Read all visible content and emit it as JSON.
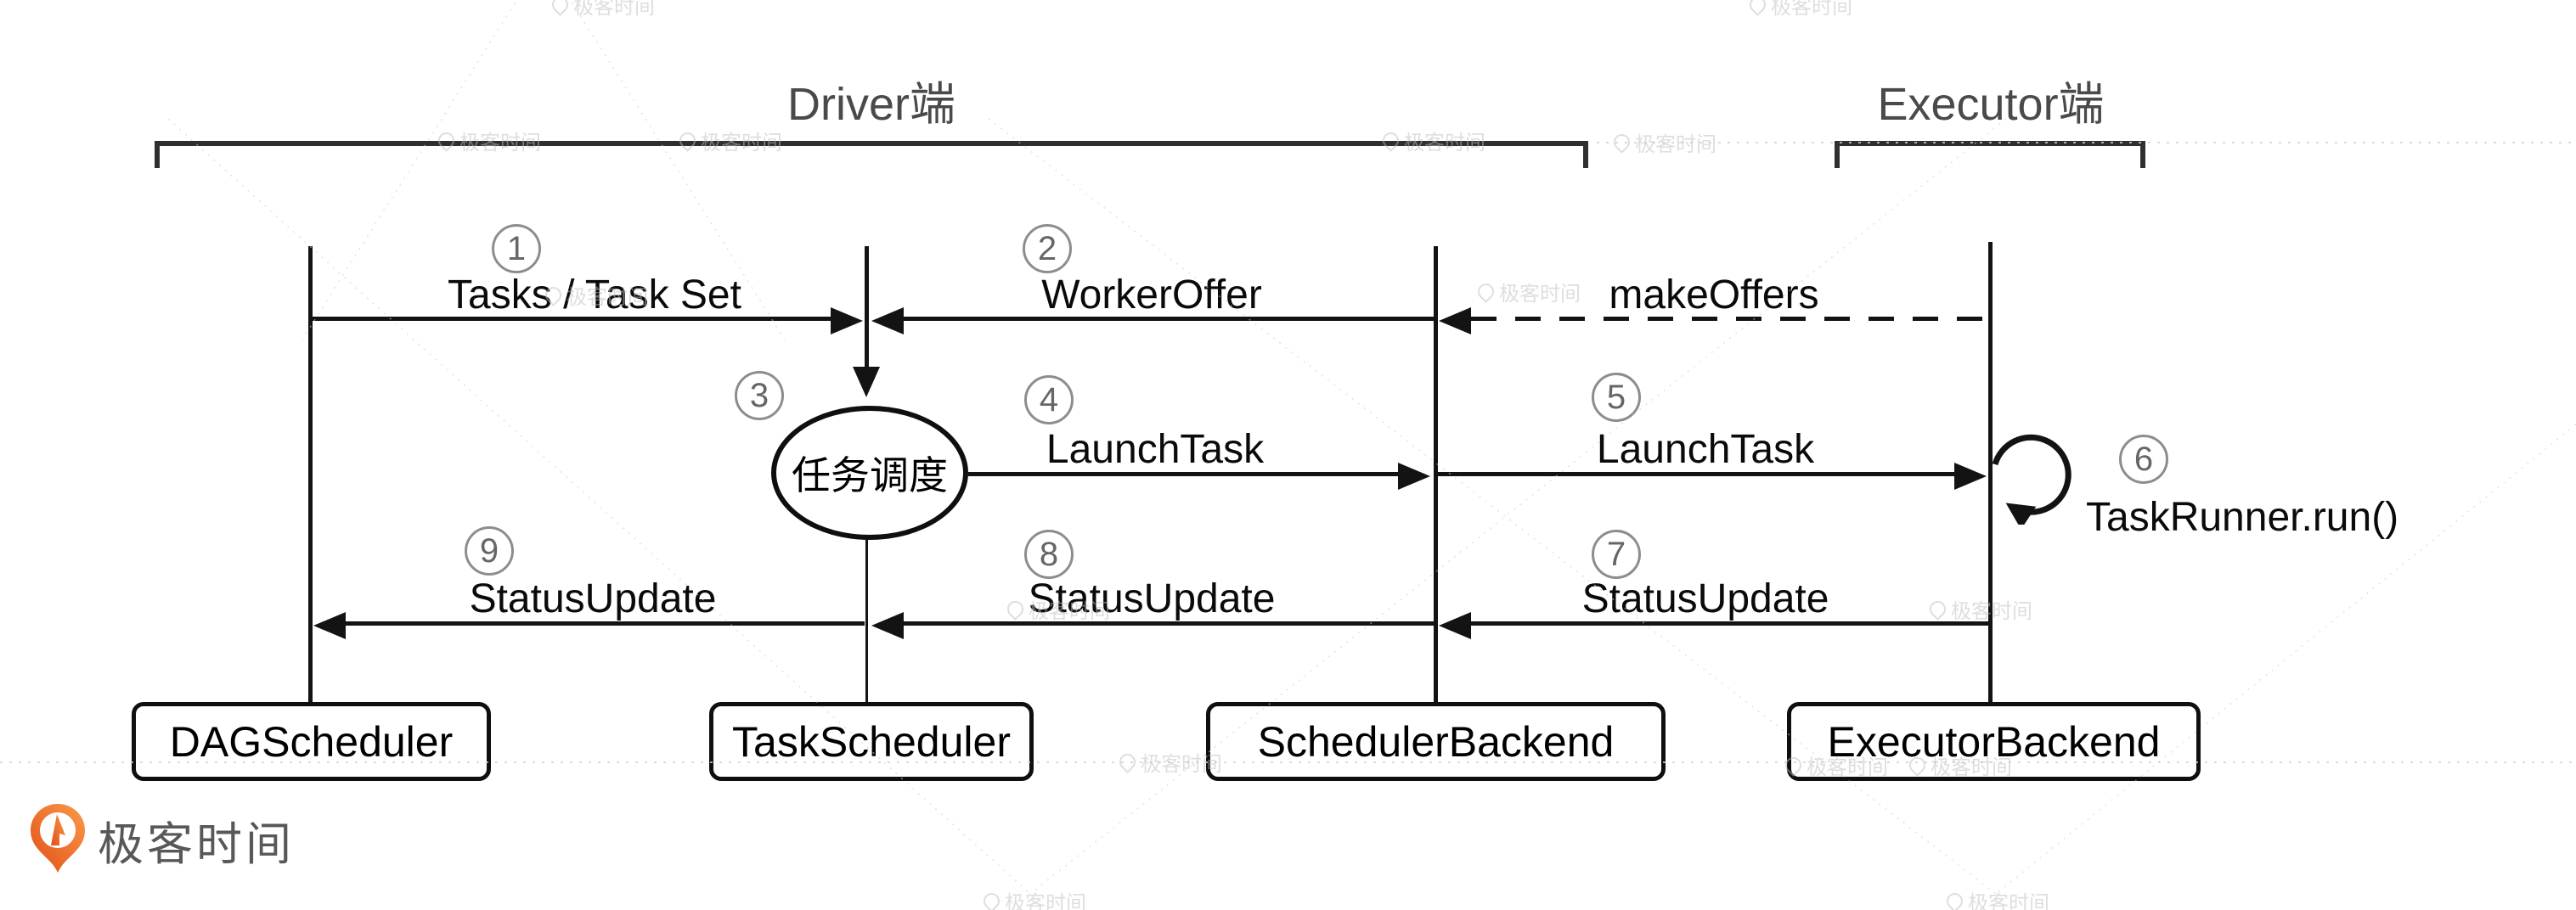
{
  "header": {
    "driver": "Driver端",
    "executor": "Executor端"
  },
  "actors": [
    {
      "label": "DAGScheduler"
    },
    {
      "label": "TaskScheduler"
    },
    {
      "label": "SchedulerBackend"
    },
    {
      "label": "ExecutorBackend"
    }
  ],
  "scheduling_ellipse": {
    "label": "任务调度"
  },
  "messages": {
    "tasks": {
      "num": "1",
      "label": "Tasks / Task Set"
    },
    "worker_offer": {
      "num": "2",
      "label": "WorkerOffer"
    },
    "make_offers": {
      "label": "makeOffers"
    },
    "schedule": {
      "num": "3"
    },
    "launch_task_1": {
      "num": "4",
      "label": "LaunchTask"
    },
    "launch_task_2": {
      "num": "5",
      "label": "LaunchTask"
    },
    "task_runner": {
      "num": "6",
      "label": "TaskRunner.run()"
    },
    "status_update_1": {
      "num": "7",
      "label": "StatusUpdate"
    },
    "status_update_2": {
      "num": "8",
      "label": "StatusUpdate"
    },
    "status_update_3": {
      "num": "9",
      "label": "StatusUpdate"
    }
  },
  "logo": {
    "text": "极客时间"
  },
  "watermark": {
    "text": "极客时间"
  },
  "colors": {
    "line": "#131313",
    "bracket": "#2f2f2f",
    "header_text": "#4a4a4a",
    "badge_border": "#8d8d8d",
    "logo_orange_light": "#FB9A4A",
    "logo_orange_dark": "#E04F17",
    "logo_text": "#595757",
    "watermark": "#bfbfbf"
  }
}
